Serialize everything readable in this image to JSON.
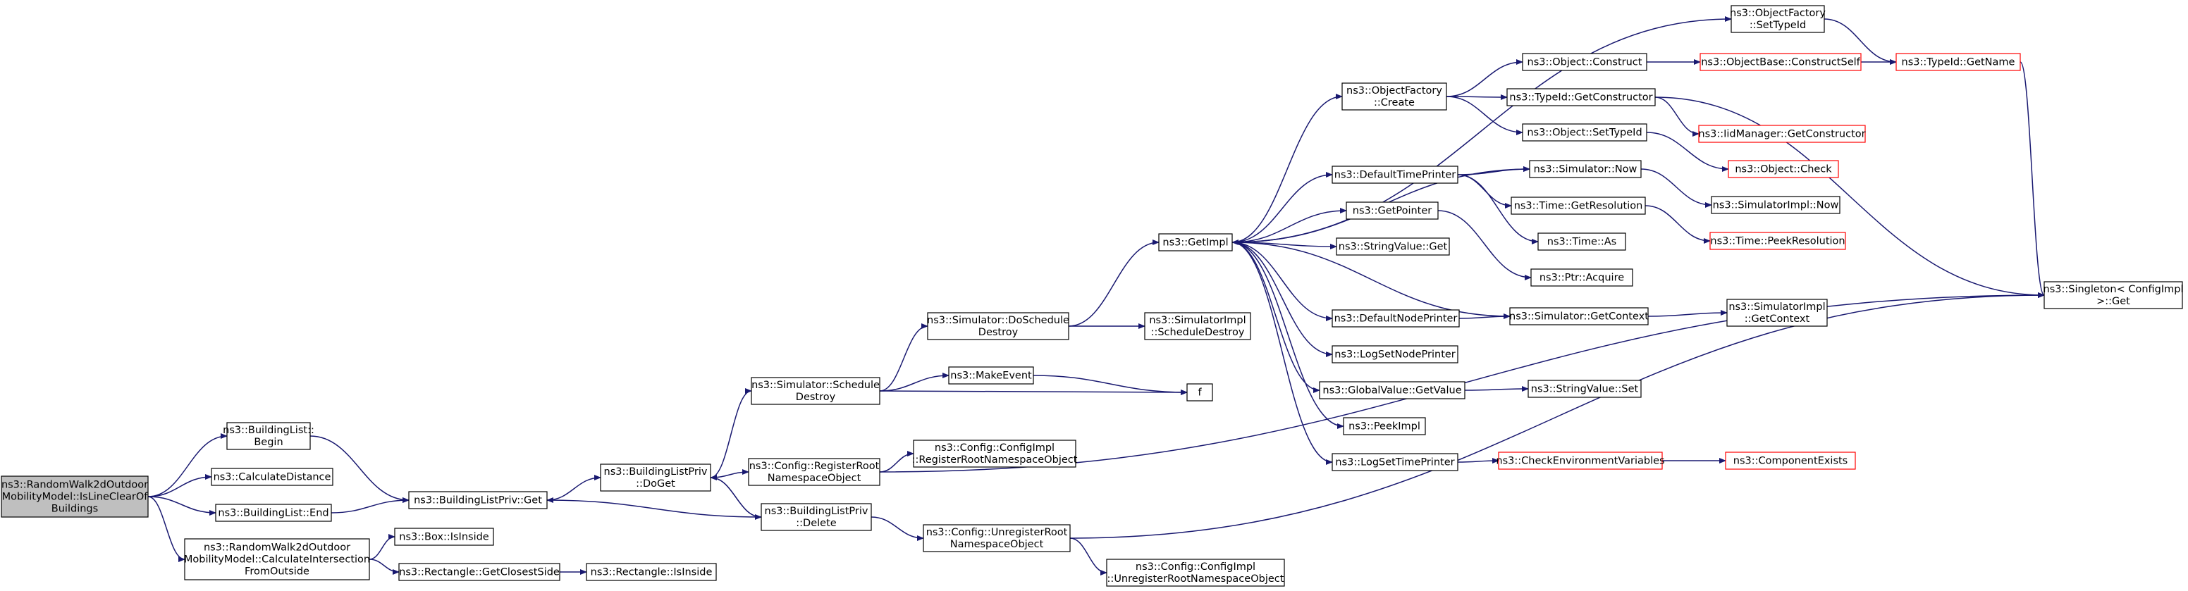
{
  "colors": {
    "edge": "#191970",
    "node_border": "#000000",
    "truncated_border": "#ff0000",
    "root_fill": "#bfbfbf",
    "node_fill": "#ffffff"
  },
  "nodes": [
    {
      "id": "root",
      "lines": [
        "ns3::RandomWalk2dOutdoor",
        "MobilityModel::IsLineClearOf",
        "Buildings"
      ],
      "kind": "root"
    },
    {
      "id": "bl_begin",
      "lines": [
        "ns3::BuildingList::",
        "Begin"
      ],
      "kind": "normal"
    },
    {
      "id": "calc_dist",
      "lines": [
        "ns3::CalculateDistance"
      ],
      "kind": "normal"
    },
    {
      "id": "bl_end",
      "lines": [
        "ns3::BuildingList::End"
      ],
      "kind": "normal"
    },
    {
      "id": "calc_inter",
      "lines": [
        "ns3::RandomWalk2dOutdoor",
        "MobilityModel::CalculateIntersection",
        "FromOutside"
      ],
      "kind": "normal"
    },
    {
      "id": "blp_get",
      "lines": [
        "ns3::BuildingListPriv::Get"
      ],
      "kind": "normal"
    },
    {
      "id": "box_inside",
      "lines": [
        "ns3::Box::IsInside"
      ],
      "kind": "normal"
    },
    {
      "id": "rect_closest",
      "lines": [
        "ns3::Rectangle::GetClosestSide"
      ],
      "kind": "normal"
    },
    {
      "id": "rect_inside",
      "lines": [
        "ns3::Rectangle::IsInside"
      ],
      "kind": "normal"
    },
    {
      "id": "blp_doget",
      "lines": [
        "ns3::BuildingListPriv",
        "::DoGet"
      ],
      "kind": "normal"
    },
    {
      "id": "blp_delete",
      "lines": [
        "ns3::BuildingListPriv",
        "::Delete"
      ],
      "kind": "normal"
    },
    {
      "id": "sim_sched_destroy",
      "lines": [
        "ns3::Simulator::Schedule",
        "Destroy"
      ],
      "kind": "normal"
    },
    {
      "id": "cfg_register",
      "lines": [
        "ns3::Config::RegisterRoot",
        "NamespaceObject"
      ],
      "kind": "normal"
    },
    {
      "id": "cfg_unregister",
      "lines": [
        "ns3::Config::UnregisterRoot",
        "NamespaceObject"
      ],
      "kind": "normal"
    },
    {
      "id": "sim_doschedule",
      "lines": [
        "ns3::Simulator::DoSchedule",
        "Destroy"
      ],
      "kind": "normal"
    },
    {
      "id": "make_event",
      "lines": [
        "ns3::MakeEvent"
      ],
      "kind": "normal"
    },
    {
      "id": "cfgimpl_register",
      "lines": [
        "ns3::Config::ConfigImpl",
        "::RegisterRootNamespaceObject"
      ],
      "kind": "normal"
    },
    {
      "id": "cfgimpl_unregister",
      "lines": [
        "ns3::Config::ConfigImpl",
        "::UnregisterRootNamespaceObject"
      ],
      "kind": "normal"
    },
    {
      "id": "getimpl",
      "lines": [
        "ns3::GetImpl"
      ],
      "kind": "normal"
    },
    {
      "id": "simimpl_schedule",
      "lines": [
        "ns3::SimulatorImpl",
        "::ScheduleDestroy"
      ],
      "kind": "normal"
    },
    {
      "id": "f",
      "lines": [
        "f"
      ],
      "kind": "normal"
    },
    {
      "id": "objfactory_create",
      "lines": [
        "ns3::ObjectFactory",
        "::Create"
      ],
      "kind": "normal"
    },
    {
      "id": "default_time_printer",
      "lines": [
        "ns3::DefaultTimePrinter"
      ],
      "kind": "normal"
    },
    {
      "id": "get_pointer",
      "lines": [
        "ns3::GetPointer"
      ],
      "kind": "normal"
    },
    {
      "id": "stringvalue_get",
      "lines": [
        "ns3::StringValue::Get"
      ],
      "kind": "normal"
    },
    {
      "id": "default_node_printer",
      "lines": [
        "ns3::DefaultNodePrinter"
      ],
      "kind": "normal"
    },
    {
      "id": "logset_node_printer",
      "lines": [
        "ns3::LogSetNodePrinter"
      ],
      "kind": "normal"
    },
    {
      "id": "globalvalue_getvalue",
      "lines": [
        "ns3::GlobalValue::GetValue"
      ],
      "kind": "normal"
    },
    {
      "id": "peekimpl",
      "lines": [
        "ns3::PeekImpl"
      ],
      "kind": "normal"
    },
    {
      "id": "logset_time_printer",
      "lines": [
        "ns3::LogSetTimePrinter"
      ],
      "kind": "normal"
    },
    {
      "id": "objfactory_settypeid",
      "lines": [
        "ns3::ObjectFactory",
        "::SetTypeId"
      ],
      "kind": "normal"
    },
    {
      "id": "object_construct",
      "lines": [
        "ns3::Object::Construct"
      ],
      "kind": "normal"
    },
    {
      "id": "typeid_getconstructor",
      "lines": [
        "ns3::TypeId::GetConstructor"
      ],
      "kind": "normal"
    },
    {
      "id": "object_settypeid",
      "lines": [
        "ns3::Object::SetTypeId"
      ],
      "kind": "normal"
    },
    {
      "id": "simulator_now",
      "lines": [
        "ns3::Simulator::Now"
      ],
      "kind": "normal"
    },
    {
      "id": "time_getresolution",
      "lines": [
        "ns3::Time::GetResolution"
      ],
      "kind": "normal"
    },
    {
      "id": "time_as",
      "lines": [
        "ns3::Time::As"
      ],
      "kind": "normal"
    },
    {
      "id": "ptr_acquire",
      "lines": [
        "ns3::Ptr::Acquire"
      ],
      "kind": "normal"
    },
    {
      "id": "simulator_getcontext",
      "lines": [
        "ns3::Simulator::GetContext"
      ],
      "kind": "normal"
    },
    {
      "id": "stringvalue_set",
      "lines": [
        "ns3::StringValue::Set"
      ],
      "kind": "normal"
    },
    {
      "id": "check_env",
      "lines": [
        "ns3::CheckEnvironmentVariables"
      ],
      "kind": "truncated"
    },
    {
      "id": "objectbase_construct",
      "lines": [
        "ns3::ObjectBase::ConstructSelf"
      ],
      "kind": "truncated"
    },
    {
      "id": "iidmanager",
      "lines": [
        "ns3::IidManager::GetConstructor"
      ],
      "kind": "truncated"
    },
    {
      "id": "object_check",
      "lines": [
        "ns3::Object::Check"
      ],
      "kind": "truncated"
    },
    {
      "id": "simimpl_now",
      "lines": [
        "ns3::SimulatorImpl::Now"
      ],
      "kind": "normal"
    },
    {
      "id": "time_peekres",
      "lines": [
        "ns3::Time::PeekResolution"
      ],
      "kind": "truncated"
    },
    {
      "id": "simimpl_getcontext",
      "lines": [
        "ns3::SimulatorImpl",
        "::GetContext"
      ],
      "kind": "normal"
    },
    {
      "id": "component_exists",
      "lines": [
        "ns3::ComponentExists"
      ],
      "kind": "truncated"
    },
    {
      "id": "typeid_getname",
      "lines": [
        "ns3::TypeId::GetName"
      ],
      "kind": "truncated"
    },
    {
      "id": "singleton_get",
      "lines": [
        "ns3::Singleton< ConfigImpl",
        " >::Get"
      ],
      "kind": "normal"
    }
  ],
  "edges": [
    [
      "root",
      "bl_begin"
    ],
    [
      "root",
      "calc_dist"
    ],
    [
      "root",
      "bl_end"
    ],
    [
      "root",
      "calc_inter"
    ],
    [
      "bl_begin",
      "blp_get"
    ],
    [
      "bl_end",
      "blp_get"
    ],
    [
      "calc_inter",
      "box_inside"
    ],
    [
      "calc_inter",
      "rect_closest"
    ],
    [
      "rect_closest",
      "rect_inside"
    ],
    [
      "blp_get",
      "blp_doget"
    ],
    [
      "blp_doget",
      "sim_sched_destroy"
    ],
    [
      "blp_doget",
      "cfg_register"
    ],
    [
      "blp_doget",
      "blp_delete"
    ],
    [
      "blp_delete",
      "blp_doget"
    ],
    [
      "blp_delete",
      "blp_get"
    ],
    [
      "blp_delete",
      "cfg_unregister"
    ],
    [
      "sim_sched_destroy",
      "sim_doschedule"
    ],
    [
      "sim_sched_destroy",
      "make_event"
    ],
    [
      "sim_sched_destroy",
      "f"
    ],
    [
      "make_event",
      "f"
    ],
    [
      "cfg_register",
      "cfgimpl_register"
    ],
    [
      "cfg_register",
      "singleton_get"
    ],
    [
      "cfg_unregister",
      "cfgimpl_unregister"
    ],
    [
      "cfg_unregister",
      "singleton_get"
    ],
    [
      "sim_doschedule",
      "getimpl"
    ],
    [
      "sim_doschedule",
      "simimpl_schedule"
    ],
    [
      "getimpl",
      "objfactory_settypeid"
    ],
    [
      "getimpl",
      "objfactory_create"
    ],
    [
      "getimpl",
      "simulator_now"
    ],
    [
      "getimpl",
      "default_time_printer"
    ],
    [
      "getimpl",
      "get_pointer"
    ],
    [
      "getimpl",
      "stringvalue_get"
    ],
    [
      "getimpl",
      "default_node_printer"
    ],
    [
      "getimpl",
      "logset_node_printer"
    ],
    [
      "getimpl",
      "globalvalue_getvalue"
    ],
    [
      "getimpl",
      "peekimpl"
    ],
    [
      "getimpl",
      "logset_time_printer"
    ],
    [
      "objfactory_create",
      "object_construct"
    ],
    [
      "objfactory_create",
      "typeid_getconstructor"
    ],
    [
      "objfactory_create",
      "object_settypeid"
    ],
    [
      "default_time_printer",
      "simulator_now"
    ],
    [
      "default_time_printer",
      "time_getresolution"
    ],
    [
      "default_time_printer",
      "time_as"
    ],
    [
      "get_pointer",
      "ptr_acquire"
    ],
    [
      "default_node_printer",
      "simulator_getcontext"
    ],
    [
      "simulator_getcontext",
      "getimpl"
    ],
    [
      "simulator_getcontext",
      "simimpl_getcontext"
    ],
    [
      "globalvalue_getvalue",
      "stringvalue_set"
    ],
    [
      "logset_time_printer",
      "check_env"
    ],
    [
      "check_env",
      "component_exists"
    ],
    [
      "objfactory_settypeid",
      "typeid_getname"
    ],
    [
      "object_construct",
      "objectbase_construct"
    ],
    [
      "objectbase_construct",
      "typeid_getname"
    ],
    [
      "typeid_getconstructor",
      "iidmanager"
    ],
    [
      "typeid_getconstructor",
      "singleton_get"
    ],
    [
      "object_settypeid",
      "object_check"
    ],
    [
      "simulator_now",
      "simimpl_now"
    ],
    [
      "time_getresolution",
      "time_peekres"
    ],
    [
      "typeid_getname",
      "singleton_get"
    ]
  ]
}
